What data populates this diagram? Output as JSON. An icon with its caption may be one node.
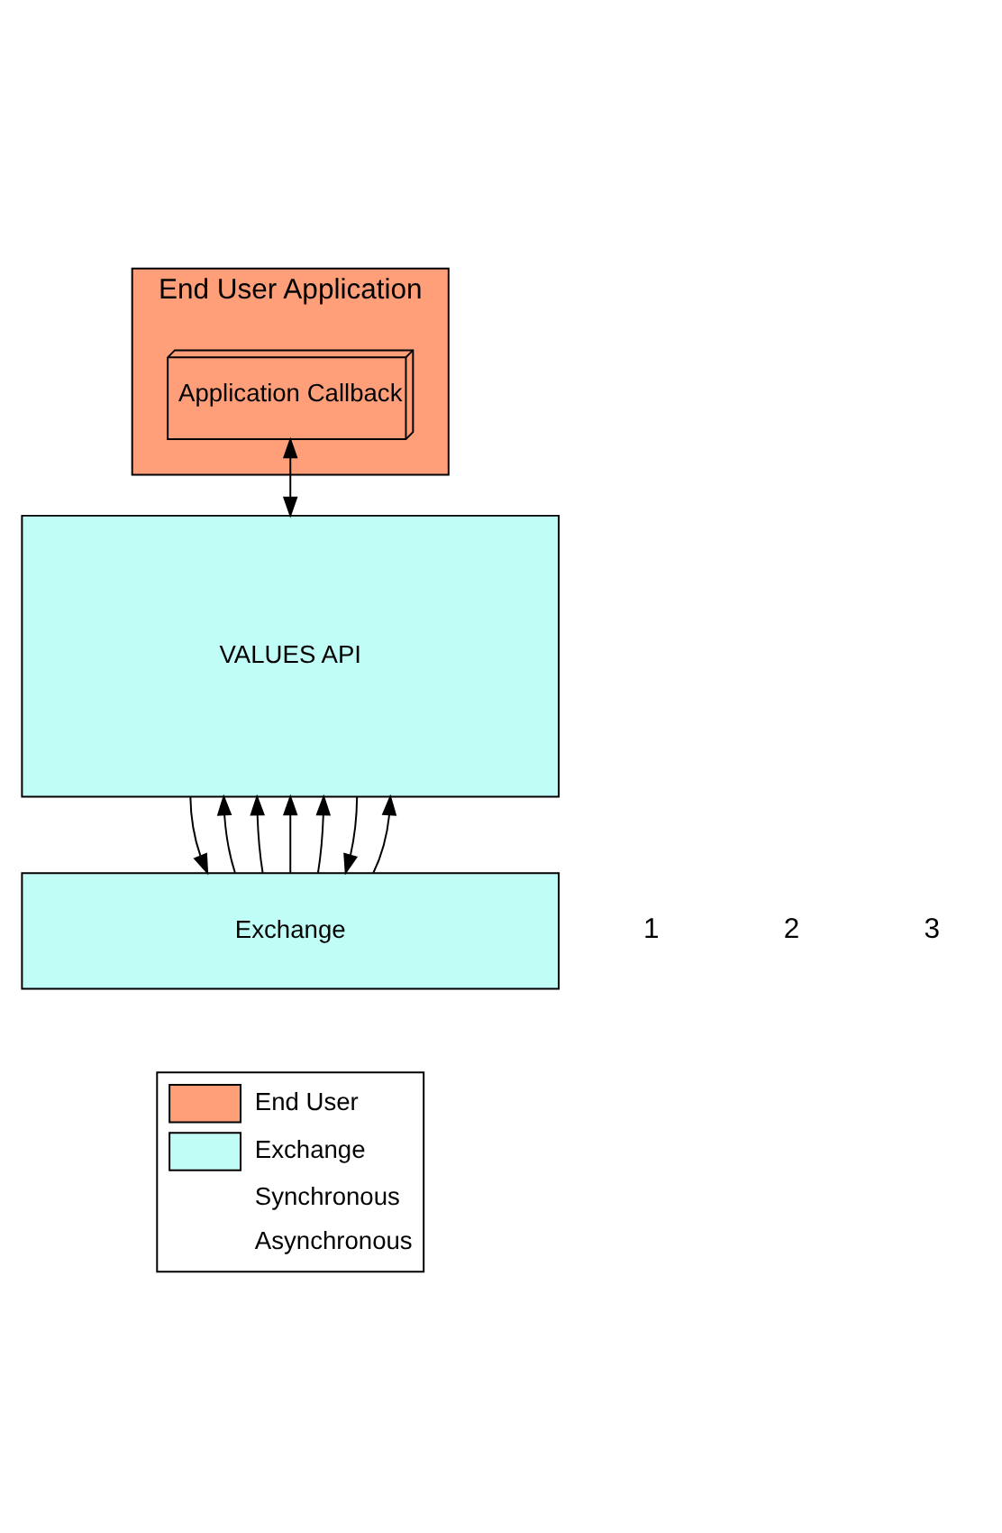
{
  "diagram": {
    "nodes": [
      {
        "text": [
          "End User Application"
        ]
      },
      {
        "text": [
          "VALUES API"
        ]
      },
      {
        "text": [
          "Application Callback"
        ],
        "in": 0
      },
      {
        "text": [
          "Exchange"
        ]
      }
    ],
    "edges": [
      {
        "from": 2,
        "to": 1,
        "arrow": "both"
      },
      {
        "from": 1,
        "to": 3,
        "arrow": "to"
      },
      {
        "from": 3,
        "to": 1,
        "arrow": "to"
      },
      {
        "from": 3,
        "to": 1,
        "arrow": "to"
      },
      {
        "from": 3,
        "to": 1,
        "arrow": "to"
      },
      {
        "from": 3,
        "to": 1,
        "arrow": "to"
      },
      {
        "from": 1,
        "to": 3,
        "arrow": "to"
      },
      {
        "from": 3,
        "to": 1,
        "arrow": "to"
      }
    ],
    "labels": [
      "1",
      "2",
      "3"
    ],
    "legend": [
      {
        "text": "End User",
        "color": "#ff9f7a"
      },
      {
        "text": "Exchange",
        "color": "#c0fdf6"
      },
      {
        "text": "Synchronous"
      },
      {
        "text": "Asynchronous"
      }
    ]
  }
}
